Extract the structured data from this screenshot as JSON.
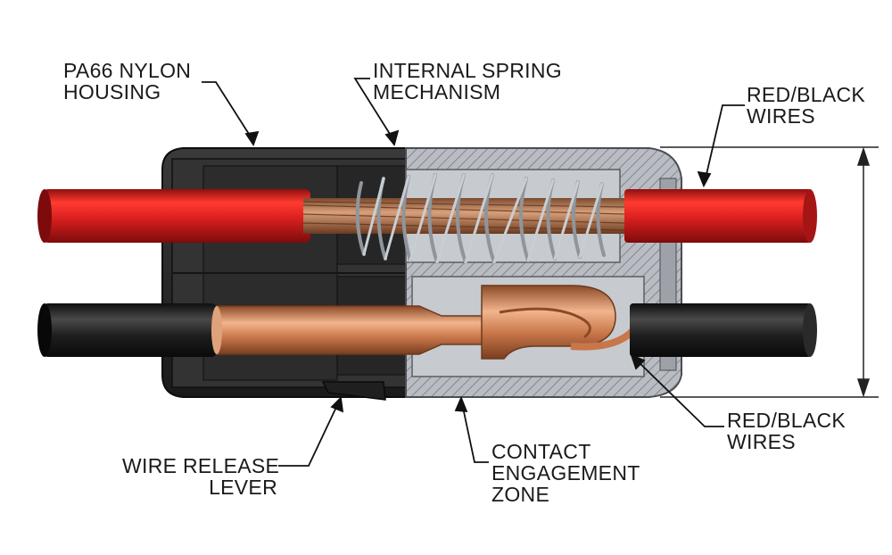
{
  "labels": {
    "housing": [
      "PA66 NYLON",
      "HOUSING"
    ],
    "spring": [
      "INTERNAL SPRING",
      "MECHANISM"
    ],
    "wires_top": [
      "RED/BLACK",
      "WIRES"
    ],
    "wires_bottom": [
      "RED/BLACK",
      "WIRES"
    ],
    "release_lever": [
      "WIRE RELEASE",
      "LEVER"
    ],
    "contact_zone": [
      "CONTACT",
      "ENGAGEMENT",
      "ZONE"
    ]
  },
  "colors": {
    "wire_red": "#d91f1f",
    "wire_black": "#1e1e1e",
    "housing_dark": "#2a2a2a",
    "housing_section": "#b9bcc2",
    "copper": "#c8774a",
    "spring_steel": "#9aa0a6",
    "leader_line": "#111111"
  }
}
